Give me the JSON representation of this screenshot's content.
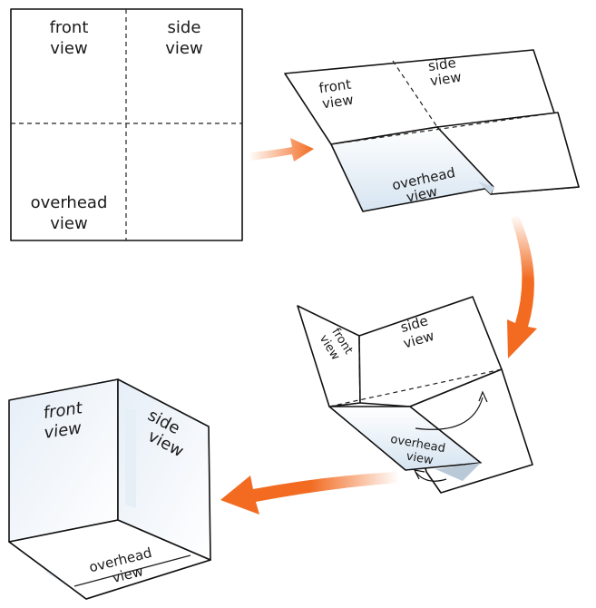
{
  "labels": {
    "front": "front",
    "side": "side",
    "overhead": "overhead",
    "view": "view"
  },
  "colors": {
    "arrow": "#f26b21",
    "paper_shade": "#dfeaf4",
    "paper_edge": "#111111"
  }
}
